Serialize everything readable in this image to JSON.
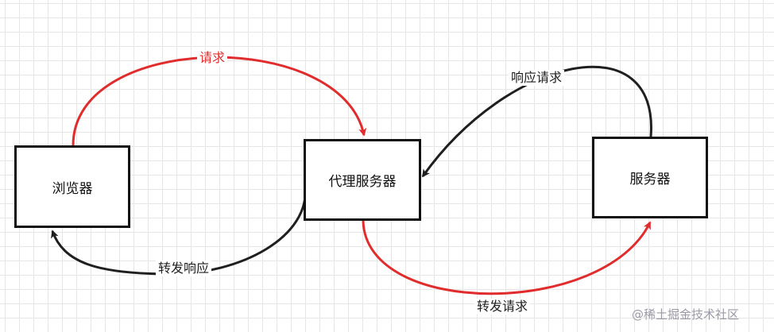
{
  "colors": {
    "request_edge": "#e02c2c",
    "response_edge": "#1f1f1f",
    "node_border": "#111111",
    "grid_line": "#e6e6e6",
    "watermark": "#9a9aa6"
  },
  "nodes": {
    "browser": {
      "label": "浏览器"
    },
    "proxy": {
      "label": "代理服务器"
    },
    "server": {
      "label": "服务器"
    }
  },
  "edges": {
    "request": {
      "label": "请求",
      "from": "browser",
      "to": "proxy",
      "color": "request"
    },
    "forward_request": {
      "label": "转发请求",
      "from": "proxy",
      "to": "server",
      "color": "request"
    },
    "response_request": {
      "label": "响应请求",
      "from": "server",
      "to": "proxy",
      "color": "response"
    },
    "forward_response": {
      "label": "转发响应",
      "from": "proxy",
      "to": "browser",
      "color": "response"
    }
  },
  "watermark": "@稀土掘金技术社区"
}
